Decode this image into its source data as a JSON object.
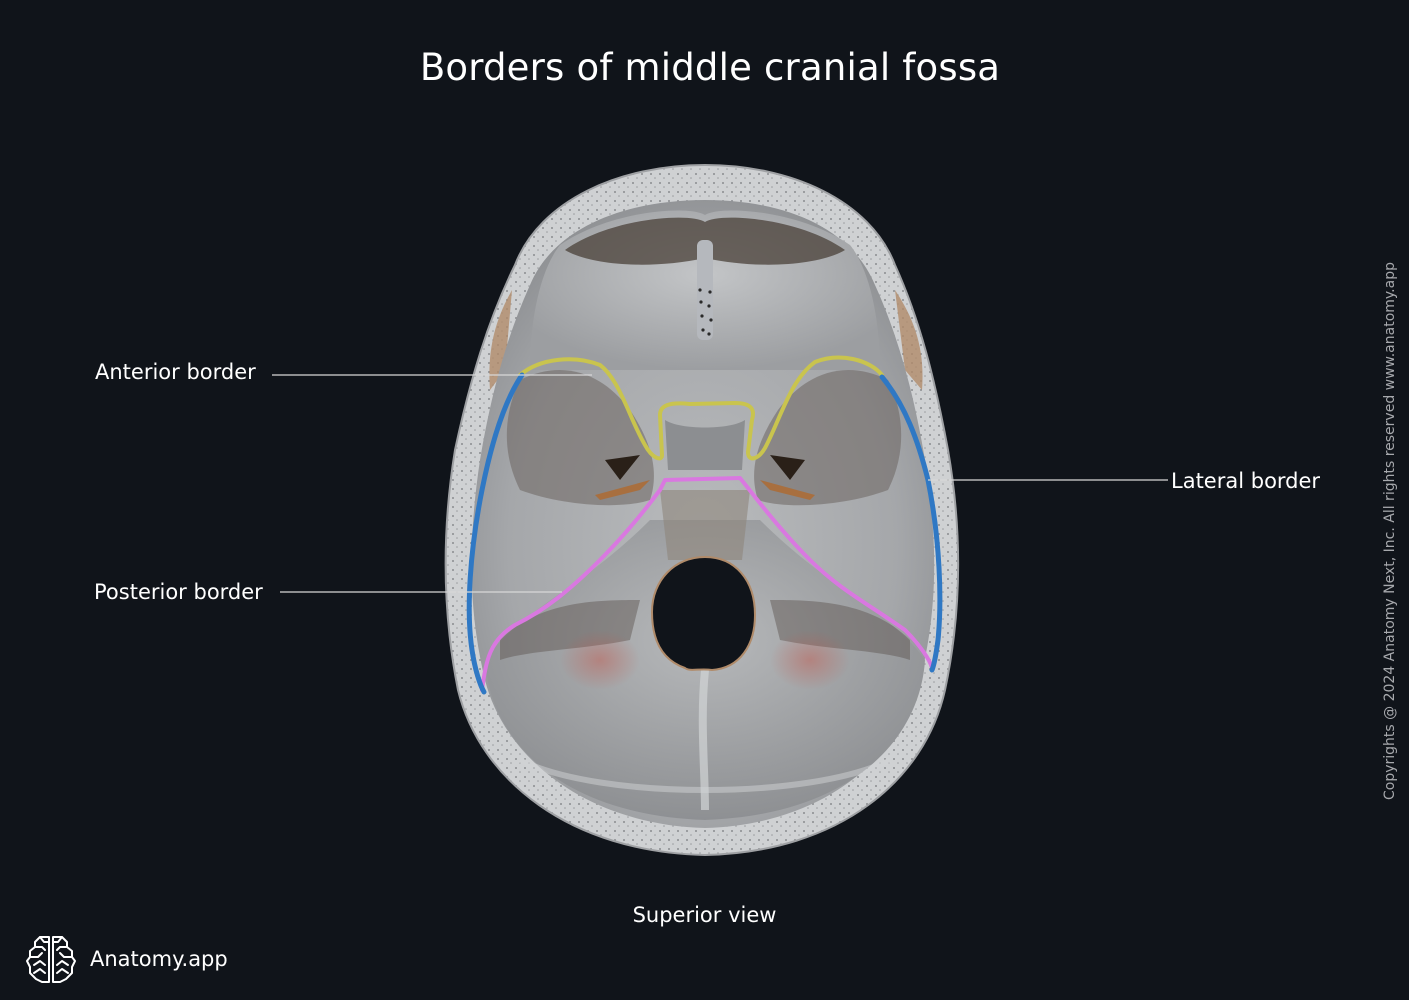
{
  "title": "Borders of middle cranial fossa",
  "view_caption": "Superior view",
  "labels": {
    "anterior": "Anterior border",
    "lateral": "Lateral border",
    "posterior": "Posterior border"
  },
  "border_colors": {
    "anterior": "#c9c44e",
    "lateral": "#2f78c4",
    "posterior": "#d978e0"
  },
  "copyright": "Copyrights @ 2024 Anatomy Next, Inc. All rights reserved www.anatomy.app",
  "brand": {
    "name": "Anatomy.app",
    "logo_icon": "brain-icon"
  },
  "colors": {
    "background": "#10141a",
    "bone": "#c9cbcd",
    "leader_line": "#d8d8d8"
  }
}
